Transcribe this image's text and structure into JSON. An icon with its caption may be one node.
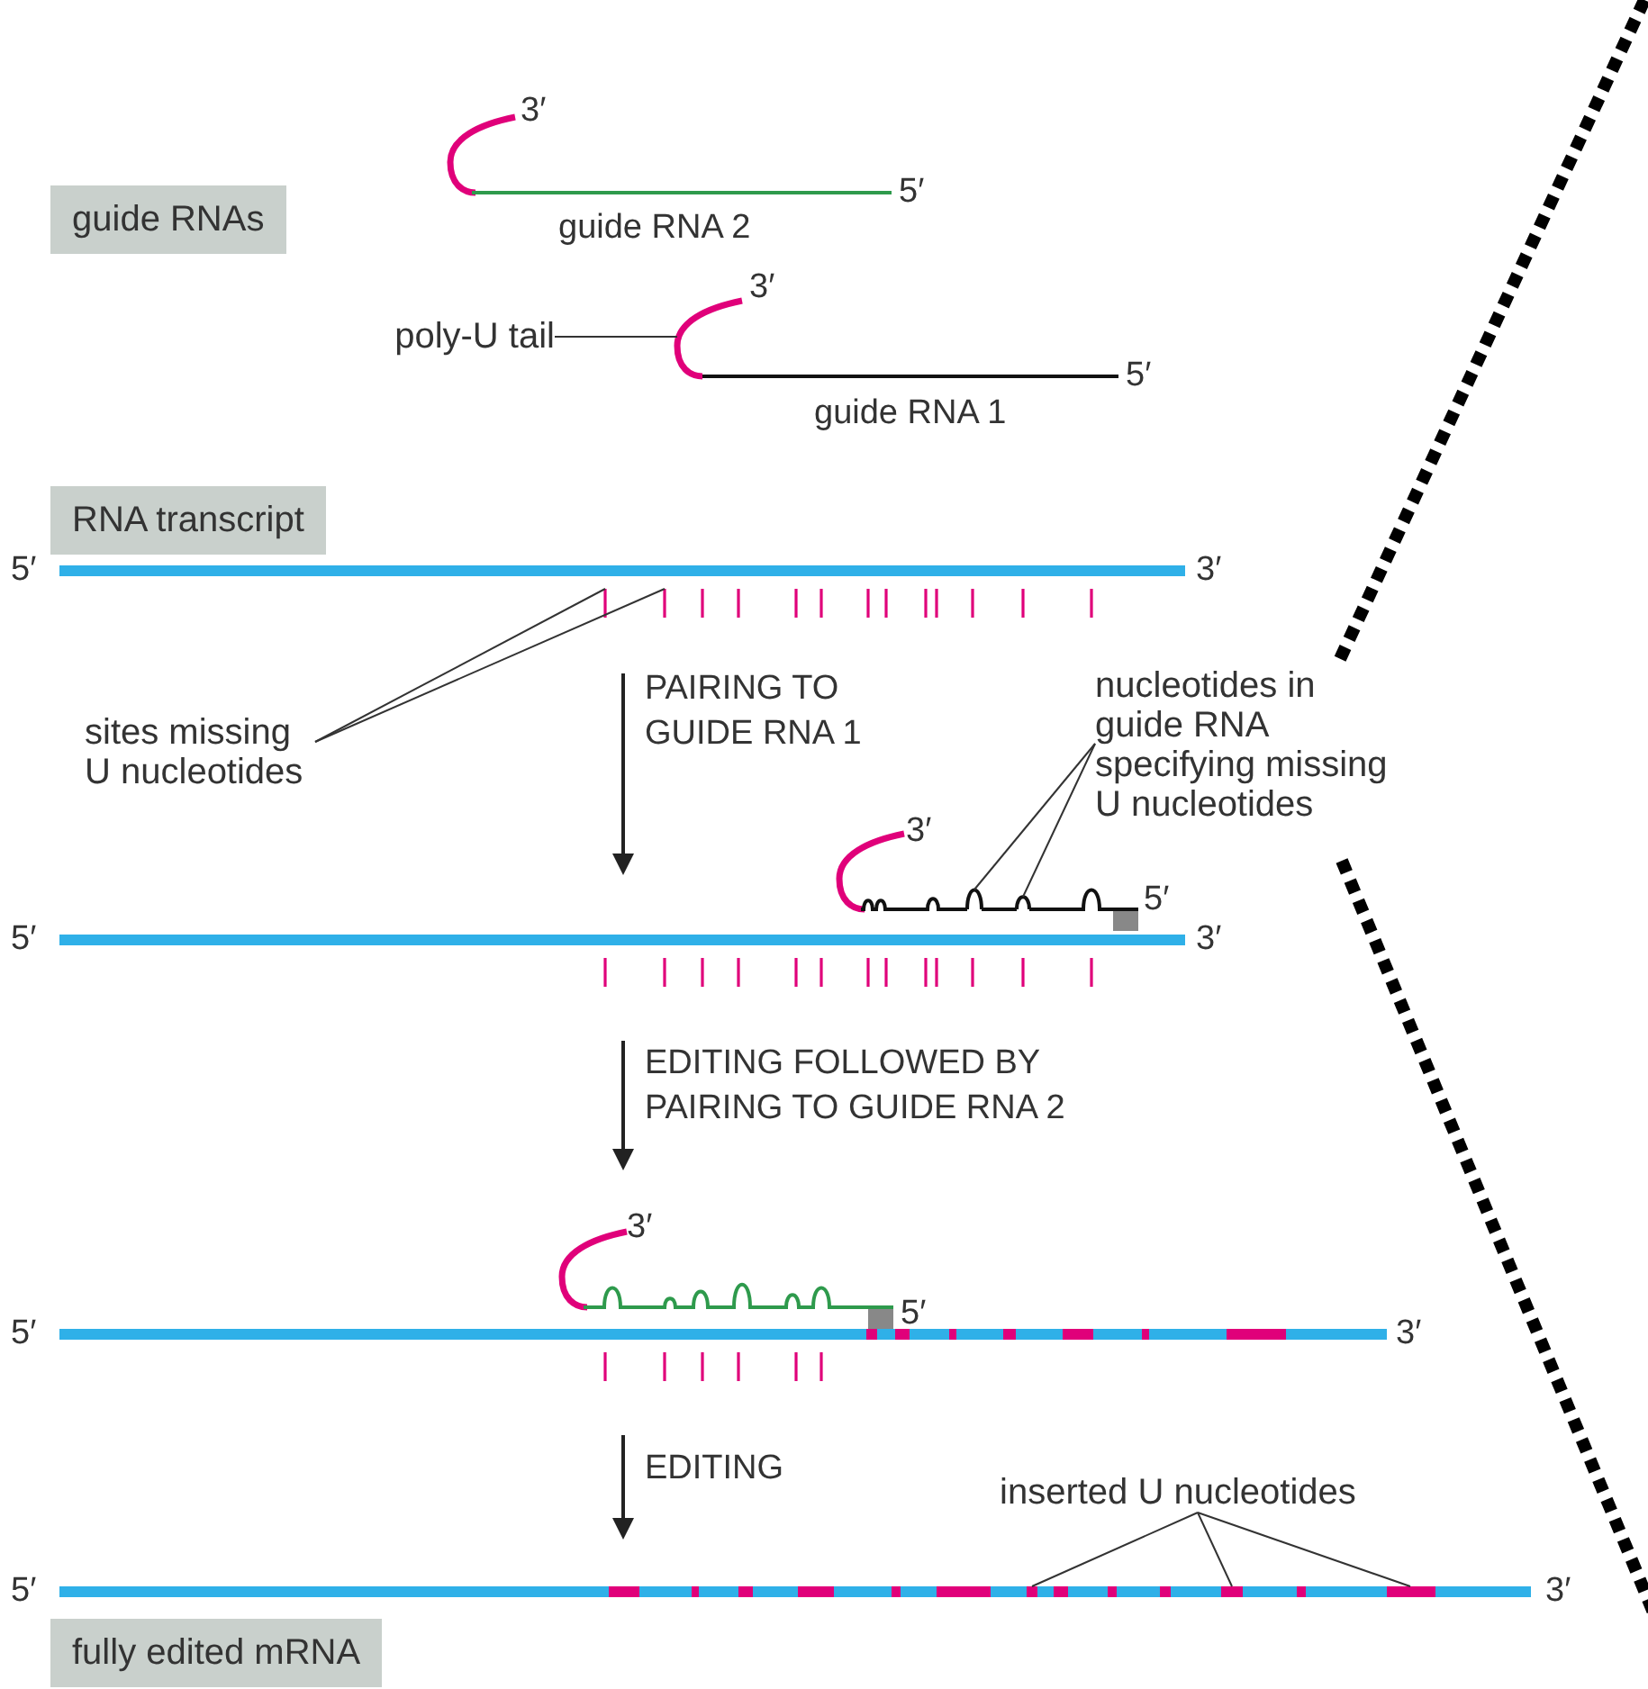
{
  "diagram": {
    "nodes": [
      {
        "text": [
          "guide RNAs"
        ]
      },
      {
        "text": [
          "poly-U tail"
        ]
      },
      {
        "text": [
          "RNA transcript"
        ]
      },
      {
        "text": [
          "sites missing U nucleotides"
        ]
      },
      {
        "text": [
          "nucleotides in guide RNA specifying missing U nucleotides"
        ]
      },
      {
        "text": [
          "inserted U nucleotides"
        ]
      },
      {
        "text": [
          "fully edited mRNA"
        ]
      },
      {
        "text": [],
        "shape": "bar"
      },
      {
        "text": [],
        "shape": "bar"
      },
      {
        "text": [],
        "shape": "arc"
      },
      {
        "text": [],
        "shape": "arc"
      },
      {
        "text": [],
        "shape": "bar"
      },
      {
        "text": [],
        "shape": "bar"
      },
      {
        "text": [],
        "shape": "bar"
      },
      {
        "text": [],
        "shape": "arc"
      }
    ],
    "edges": [
      {
        "from": 1,
        "to": 14,
        "arrow": "none"
      },
      {
        "from": 3,
        "to": 7,
        "arrow": "none"
      },
      {
        "from": 3,
        "to": 8,
        "arrow": "none"
      },
      {
        "from": 4,
        "to": 9,
        "arrow": "none"
      },
      {
        "from": 4,
        "to": 10,
        "arrow": "none"
      },
      {
        "from": 5,
        "to": 11,
        "arrow": "none"
      },
      {
        "from": 5,
        "to": 12,
        "arrow": "none"
      },
      {
        "from": 5,
        "to": 13,
        "arrow": "none"
      }
    ],
    "labels": [
      "3′",
      "5′",
      "guide RNA 2",
      "3′",
      "5′",
      "guide RNA 1",
      "5′",
      "3′",
      "PAIRING TO GUIDE RNA 1",
      "3′",
      "5′",
      "5′",
      "3′",
      "EDITING FOLLOWED BY PAIRING TO GUIDE RNA 2",
      "3′",
      "5′",
      "5′",
      "3′",
      "EDITING",
      "5′",
      "3′"
    ]
  }
}
